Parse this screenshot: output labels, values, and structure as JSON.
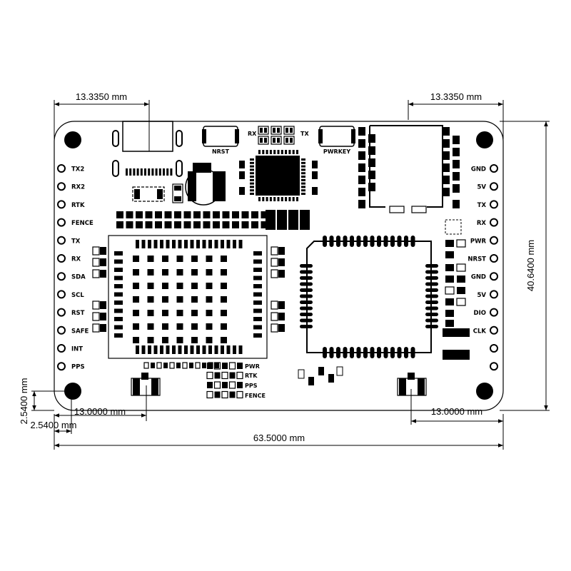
{
  "dimensions": {
    "top_left": "13.3350 mm",
    "top_right": "13.3350 mm",
    "right_height": "40.6400 mm",
    "bottom_left": "13.0000 mm",
    "bottom_right": "13.0000 mm",
    "left_vertical": "2.5400 mm",
    "left_horizontal": "2.5400 mm",
    "total_width": "63.5000 mm"
  },
  "left_pins": [
    "TX2",
    "RX2",
    "RTK",
    "FENCE",
    "TX",
    "RX",
    "SDA",
    "SCL",
    "RST",
    "SAFE",
    "INT",
    "PPS"
  ],
  "right_pins": [
    "GND",
    "5V",
    "TX",
    "RX",
    "PWR",
    "NRST",
    "GND",
    "5V",
    "DIO",
    "CLK"
  ],
  "labels": {
    "nrst": "NRST",
    "pwrkey": "PWRKEY",
    "rx": "RX",
    "tx": "TX",
    "bottom_pwr": "PWR",
    "bottom_rtk": "RTK",
    "bottom_pps": "PPS",
    "bottom_fence": "FENCE"
  }
}
